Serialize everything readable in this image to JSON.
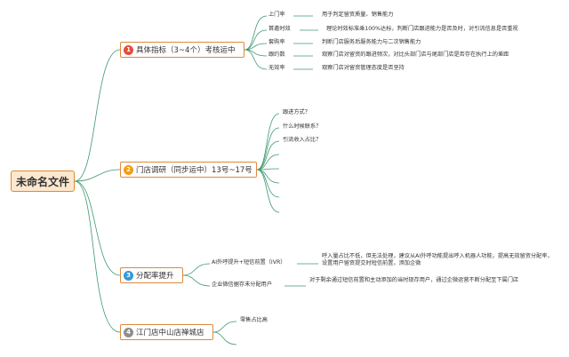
{
  "root": {
    "title": "未命名文件"
  },
  "branches": [
    {
      "number": "1",
      "color": "#e74c3c",
      "label": "具体指标（3~4个）考核运中",
      "items": [
        {
          "name": "上门率",
          "desc": "用于判定留资质量、销售能力"
        },
        {
          "name": "首邀时效",
          "desc": "理论时效标准乘100%达标，判断门店跟进能力是否及时，对引流信息是否重视"
        },
        {
          "name": "套购率",
          "desc": "判断门店服务后服务能力与二次销售能力"
        },
        {
          "name": "跟约数",
          "desc": "观察门店对留资的跟进频次，对比头部门店与尾部门店是否存在执行上的差距"
        },
        {
          "name": "无效率",
          "desc": "观察门店对留资管理态度是否坚持"
        }
      ]
    },
    {
      "number": "2",
      "color": "#f39c12",
      "label": "门店调研（同步运中）13号~17号",
      "items": [
        {
          "name": "跟进方式？"
        },
        {
          "name": "什么时候联系？"
        },
        {
          "name": "引流收入占比？"
        }
      ]
    },
    {
      "number": "3",
      "color": "#3498db",
      "label": "分配率提升",
      "items": [
        {
          "name": "AI外呼提升+短信前置（IVR）",
          "desc": "呼入量占比不低，但无法处理，建议从AI外呼功能提出呼入机器人功能，提高无效留资分配率，设置用户留资提交时短信前置，添加企微"
        },
        {
          "name": "企业微信据存未分配用户",
          "desc": "对于剩余通过短信前置和主动添加的当时现存用户，通过企微运营不断分配至下属门店"
        }
      ]
    },
    {
      "number": "4",
      "color": "#8e8e8e",
      "label": "江门店中山店禅城店",
      "items": [
        {
          "name": "零售占比高"
        }
      ]
    }
  ]
}
